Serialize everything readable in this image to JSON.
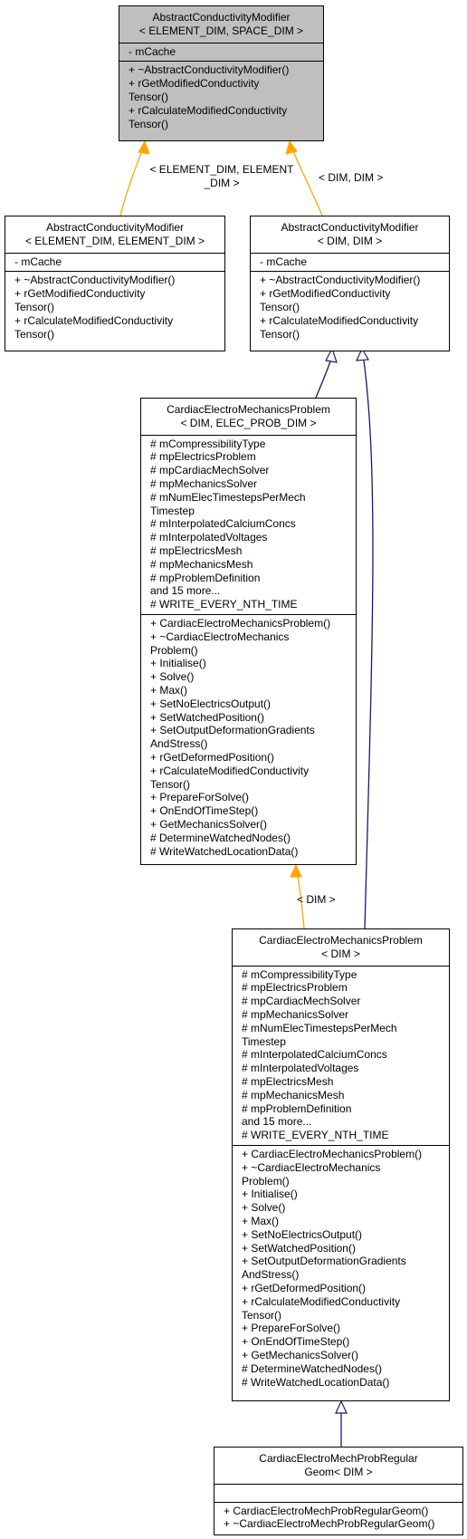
{
  "nodes": [
    {
      "id": "acm_elem_space",
      "highlight": true,
      "title": [
        "AbstractConductivityModifier",
        "< ELEMENT_DIM, SPACE_DIM >"
      ],
      "attributes": [
        "- mCache"
      ],
      "methods": [
        "+ ~AbstractConductivityModifier()",
        "+ rGetModifiedConductivity",
        "Tensor()",
        "+ rCalculateModifiedConductivity",
        "Tensor()"
      ]
    },
    {
      "id": "acm_elem_elem",
      "highlight": false,
      "title": [
        "AbstractConductivityModifier",
        "< ELEMENT_DIM, ELEMENT_DIM >"
      ],
      "attributes": [
        "- mCache"
      ],
      "methods": [
        "+ ~AbstractConductivityModifier()",
        "+ rGetModifiedConductivity",
        "Tensor()",
        "+ rCalculateModifiedConductivity",
        "Tensor()"
      ]
    },
    {
      "id": "acm_dim_dim",
      "highlight": false,
      "title": [
        "AbstractConductivityModifier",
        "< DIM, DIM >"
      ],
      "attributes": [
        "- mCache"
      ],
      "methods": [
        "+ ~AbstractConductivityModifier()",
        "+ rGetModifiedConductivity",
        "Tensor()",
        "+ rCalculateModifiedConductivity",
        "Tensor()"
      ]
    },
    {
      "id": "cemp_dim_elec",
      "highlight": false,
      "title": [
        "CardiacElectroMechanicsProblem",
        "< DIM, ELEC_PROB_DIM >"
      ],
      "attributes": [
        "# mCompressibilityType",
        "# mpElectricsProblem",
        "# mpCardiacMechSolver",
        "# mpMechanicsSolver",
        "# mNumElecTimestepsPerMech",
        "Timestep",
        "# mInterpolatedCalciumConcs",
        "# mInterpolatedVoltages",
        "# mpElectricsMesh",
        "# mpMechanicsMesh",
        "# mpProblemDefinition",
        "and 15 more...",
        "# WRITE_EVERY_NTH_TIME"
      ],
      "methods": [
        "+ CardiacElectroMechanicsProblem()",
        "+ ~CardiacElectroMechanics",
        "Problem()",
        "+ Initialise()",
        "+ Solve()",
        "+ Max()",
        "+ SetNoElectricsOutput()",
        "+ SetWatchedPosition()",
        "+ SetOutputDeformationGradients",
        "AndStress()",
        "+ rGetDeformedPosition()",
        "+ rCalculateModifiedConductivity",
        "Tensor()",
        "+ PrepareForSolve()",
        "+ OnEndOfTimeStep()",
        "+ GetMechanicsSolver()",
        "# DetermineWatchedNodes()",
        "# WriteWatchedLocationData()"
      ]
    },
    {
      "id": "cemp_dim",
      "highlight": false,
      "title": [
        "CardiacElectroMechanicsProblem",
        "< DIM >"
      ],
      "attributes": [
        "# mCompressibilityType",
        "# mpElectricsProblem",
        "# mpCardiacMechSolver",
        "# mpMechanicsSolver",
        "# mNumElecTimestepsPerMech",
        "Timestep",
        "# mInterpolatedCalciumConcs",
        "# mInterpolatedVoltages",
        "# mpElectricsMesh",
        "# mpMechanicsMesh",
        "# mpProblemDefinition",
        "and 15 more...",
        "# WRITE_EVERY_NTH_TIME"
      ],
      "methods": [
        "+ CardiacElectroMechanicsProblem()",
        "+ ~CardiacElectroMechanics",
        "Problem()",
        "+ Initialise()",
        "+ Solve()",
        "+ Max()",
        "+ SetNoElectricsOutput()",
        "+ SetWatchedPosition()",
        "+ SetOutputDeformationGradients",
        "AndStress()",
        "+ rGetDeformedPosition()",
        "+ rCalculateModifiedConductivity",
        "Tensor()",
        "+ PrepareForSolve()",
        "+ OnEndOfTimeStep()",
        "+ GetMechanicsSolver()",
        "# DetermineWatchedNodes()",
        "# WriteWatchedLocationData()"
      ]
    },
    {
      "id": "cemprg",
      "highlight": false,
      "title": [
        "CardiacElectroMechProbRegular",
        "Geom< DIM >"
      ],
      "attributes": [],
      "methods": [
        "+ CardiacElectroMechProbRegularGeom()",
        "+ ~CardiacElectroMechProbRegularGeom()"
      ]
    }
  ],
  "edge_labels": {
    "elem_elem": [
      "< ELEMENT_DIM, ELEMENT",
      "_DIM >"
    ],
    "dim_dim": [
      "< DIM, DIM >"
    ],
    "dim": [
      "< DIM >"
    ]
  },
  "colors": {
    "template_edge": "#ffa500",
    "inheritance_edge": "#191970",
    "highlight_fill": "#bfbfbf"
  }
}
